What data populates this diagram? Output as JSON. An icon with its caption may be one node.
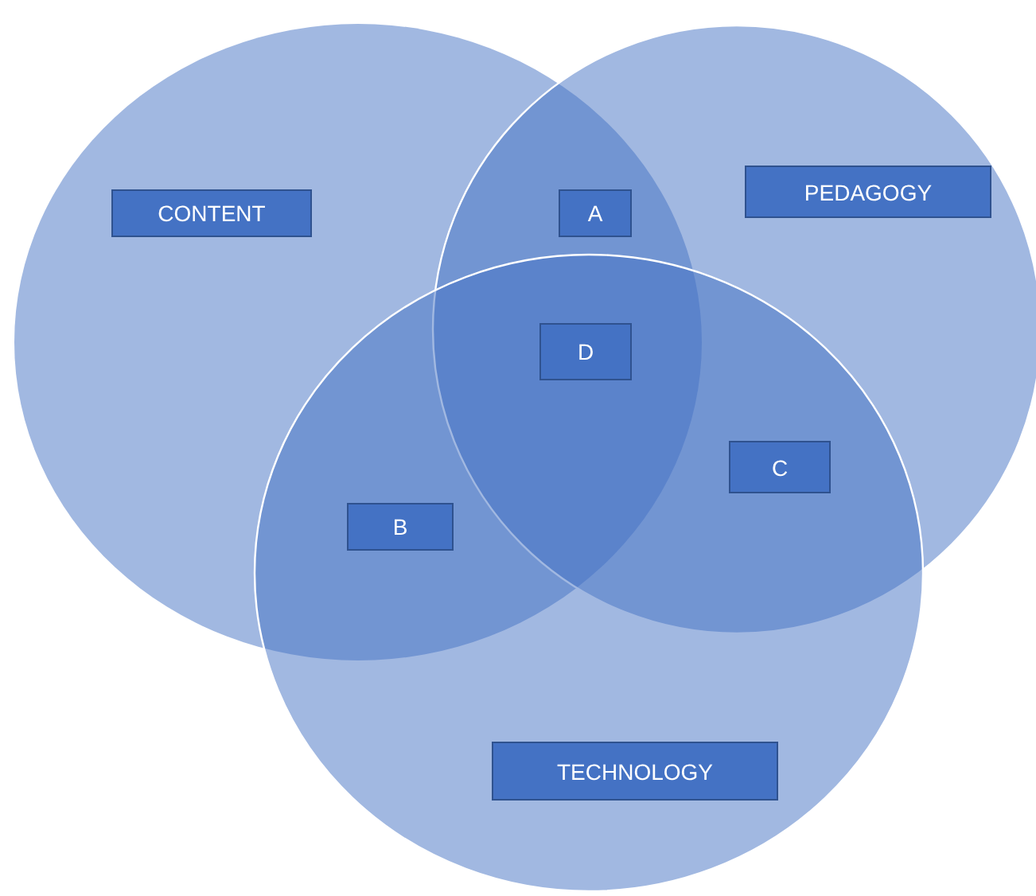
{
  "diagram": {
    "nodes": [
      {
        "text": [
          "CONTENT"
        ]
      },
      {
        "text": [
          "A"
        ]
      },
      {
        "text": [
          "PEDAGOGY"
        ]
      },
      {
        "text": [
          "D"
        ]
      },
      {
        "text": [
          "C"
        ]
      },
      {
        "text": [
          "B"
        ]
      },
      {
        "text": [
          "TECHNOLOGY"
        ]
      }
    ]
  }
}
